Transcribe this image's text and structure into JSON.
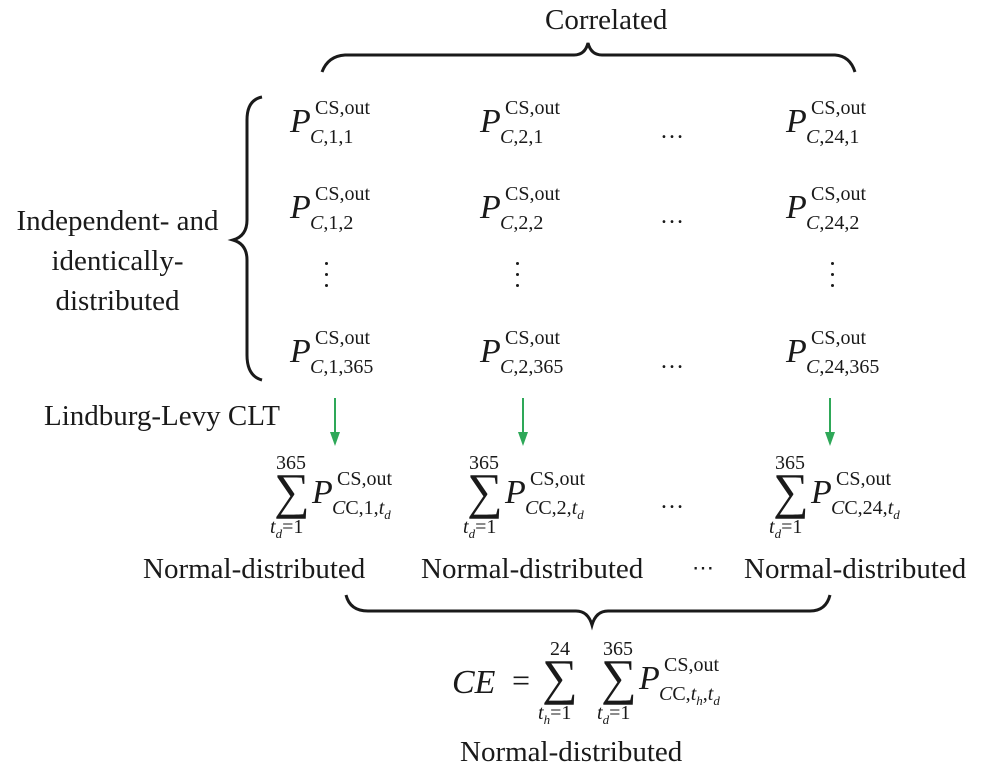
{
  "labels": {
    "correlated": "Correlated",
    "iid_line1": "Independent- and",
    "iid_line2": "identically-",
    "iid_line3": "distributed",
    "clt": "Lindburg-Levy CLT",
    "normal": "Normal-distributed",
    "ce_normal": "Normal-distributed"
  },
  "symbol": {
    "P": "P",
    "superscript": "CS,out",
    "hdots": "…",
    "ctdots": "⋯"
  },
  "matrix": {
    "columns": [
      {
        "col_index": "1",
        "rows": [
          "1",
          "2",
          "365"
        ]
      },
      {
        "col_index": "2",
        "rows": [
          "1",
          "2",
          "365"
        ]
      },
      {
        "col_index": "24",
        "rows": [
          "1",
          "2",
          "365"
        ]
      }
    ]
  },
  "sums": [
    {
      "upper": "365",
      "lower_var": "t",
      "lower_sub": "d",
      "lower_rest": "=1",
      "sub_prefix": "C,1,",
      "sub_var": "t",
      "sub_varsub": "d"
    },
    {
      "upper": "365",
      "lower_var": "t",
      "lower_sub": "d",
      "lower_rest": "=1",
      "sub_prefix": "C,2,",
      "sub_var": "t",
      "sub_varsub": "d"
    },
    {
      "upper": "365",
      "lower_var": "t",
      "lower_sub": "d",
      "lower_rest": "=1",
      "sub_prefix": "C,24,",
      "sub_var": "t",
      "sub_varsub": "d"
    }
  ],
  "ce": {
    "lhs": "CE",
    "eq": "=",
    "sum1": {
      "upper": "24",
      "lower_var": "t",
      "lower_sub": "h",
      "lower_rest": "=1"
    },
    "sum2": {
      "upper": "365",
      "lower_var": "t",
      "lower_sub": "d",
      "lower_rest": "=1"
    },
    "sub_prefix": "C,",
    "sub_var1": "t",
    "sub_varsub1": "h",
    "sub_sep": ",",
    "sub_var2": "t",
    "sub_varsub2": "d"
  },
  "colors": {
    "arrow": "#2ea858",
    "ink": "#1a1a1a"
  }
}
